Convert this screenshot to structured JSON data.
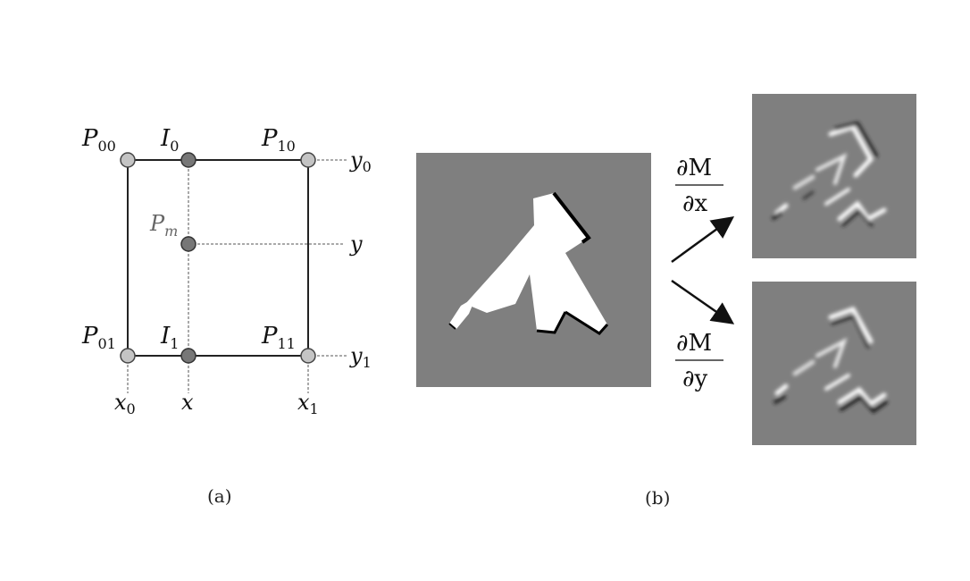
{
  "panel_a": {
    "corner_labels": {
      "p00": "P",
      "p00_sub": "00",
      "p10": "P",
      "p10_sub": "10",
      "p01": "P",
      "p01_sub": "01",
      "p11": "P",
      "p11_sub": "11"
    },
    "interp_labels": {
      "i0": "I",
      "i0_sub": "0",
      "i1": "I",
      "i1_sub": "1",
      "pm": "P",
      "pm_sub": "m"
    },
    "axis_labels": {
      "y0": "y",
      "y0_sub": "0",
      "y": "y",
      "y1": "y",
      "y1_sub": "1",
      "x0": "x",
      "x0_sub": "0",
      "x": "x",
      "x1": "x",
      "x1_sub": "1"
    },
    "caption": "(a)"
  },
  "panel_b": {
    "dx_num": "∂M",
    "dx_den": "∂x",
    "dy_num": "∂M",
    "dy_den": "∂y",
    "caption": "(b)",
    "colors": {
      "background_gray": "#7f7f7f",
      "shape": "#ffffff"
    }
  }
}
